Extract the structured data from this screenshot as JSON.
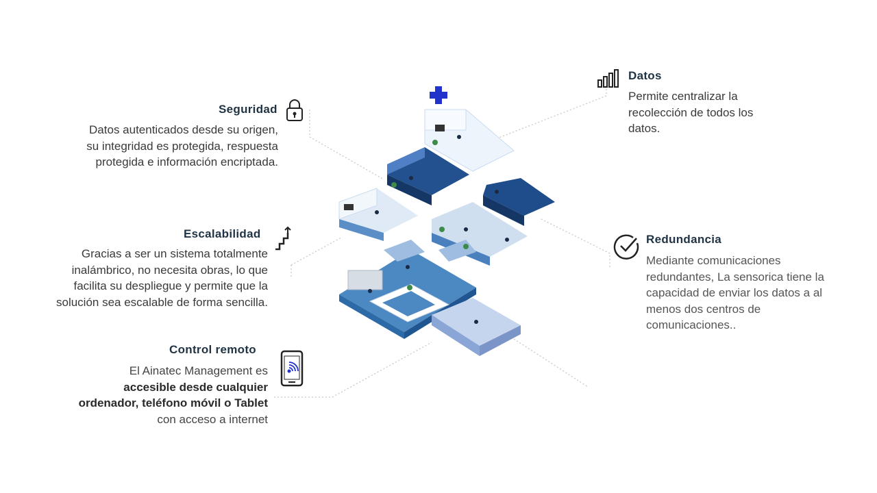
{
  "seguridad": {
    "title": "Seguridad",
    "icon": "padlock-icon",
    "lines": [
      "Datos autenticados desde su origen,",
      "su integridad es protegida, respuesta",
      "protegida e información encriptada."
    ]
  },
  "escalabilidad": {
    "title": "Escalabilidad",
    "icon": "stairs-arrow-icon",
    "lines": [
      "Gracias a ser un sistema totalmente",
      "inalámbrico, no necesita obras, lo que",
      "facilita su despliegue y permite que la",
      "solución sea escalable de forma sencilla."
    ]
  },
  "control_remoto": {
    "title": "Control remoto",
    "icon": "smartphone-wireless-icon",
    "line1": "El Ainatec Management es",
    "line2": "accesible desde cualquier",
    "line3": "ordenador, teléfono móvil o Tablet",
    "line4": "con acceso a internet"
  },
  "datos": {
    "title": "Datos",
    "icon": "bar-chart-icon",
    "lines": [
      "Permite centralizar la",
      "recolección de todos los",
      "datos."
    ]
  },
  "redundancia": {
    "title": "Redundancia",
    "icon": "check-circle-icon",
    "lines": [
      "Mediante comunicaciones",
      "redundantes, La sensorica tiene la",
      "capacidad de enviar los datos a al",
      "menos dos centros de",
      "comunicaciones.."
    ]
  },
  "colors": {
    "heading": "#1f3344",
    "accent_blue": "#2a5ba8",
    "cross": "#2233cc"
  }
}
